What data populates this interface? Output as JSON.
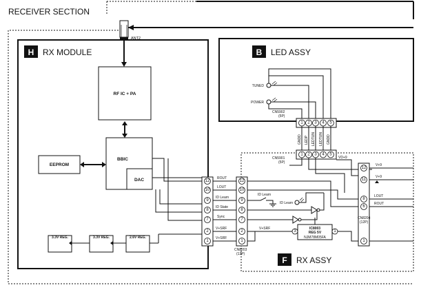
{
  "section_title": "RECEIVER SECTION",
  "antenna": "ANT2",
  "modules": {
    "rx_module": {
      "letter": "H",
      "name": "RX MODULE"
    },
    "led_assy": {
      "letter": "B",
      "name": "LED ASSY"
    },
    "rx_assy": {
      "letter": "F",
      "name": "RX ASSY"
    }
  },
  "blocks": {
    "rf": "RF IC + PA",
    "bbic": "BBIC",
    "dac": "DAC",
    "eeprom": "EEPROM",
    "reg1": "3.3V REG.",
    "reg2": "3.3V REG.",
    "reg3": "2.6V REG."
  },
  "led_labels": {
    "tuned": "TUNED",
    "power": "POWER"
  },
  "cn5902": {
    "name": "CN5902",
    "pins_count": "(5P)",
    "pins": [
      "1",
      "2",
      "3",
      "4",
      "5"
    ]
  },
  "cn5901": {
    "name": "CN5901",
    "pins_count": "(5P)",
    "pins": [
      "1",
      "2",
      "3",
      "4",
      "5"
    ],
    "lines": [
      "GNDD",
      "LEDP",
      "LEDTUN",
      "LEDTUN",
      "GNDD"
    ],
    "vd": "VD+9"
  },
  "cn_left": {
    "pins": [
      "12",
      "10",
      "9",
      "8",
      "7",
      "2",
      "1"
    ],
    "signals": [
      "ROUT",
      "LOUT",
      "ID Learn",
      "ID State",
      "Sync",
      "V+SRF",
      "V+SRF"
    ]
  },
  "cn8203": {
    "name": "CN8203",
    "pins_count": "(12P)",
    "pins": [
      "12",
      "10",
      "9",
      "8",
      "7",
      "2",
      "1"
    ]
  },
  "cn8204": {
    "name": "CN8204",
    "pins_count": "(12P)",
    "pins": [
      "12",
      "11",
      "8",
      "6",
      "1"
    ],
    "signals": [
      "V+9",
      "V+9",
      "LOUT",
      "ROUT"
    ]
  },
  "rx_assy_labels": {
    "id_learn": "ID Learn",
    "id_learn_led": "ID Learn",
    "vsrf": "V+SRF"
  },
  "ic8003": {
    "name": "IC8003",
    "type": "REG 5V",
    "part": "NJM78M05FA",
    "pin_in": "3",
    "pin_out": "1"
  }
}
